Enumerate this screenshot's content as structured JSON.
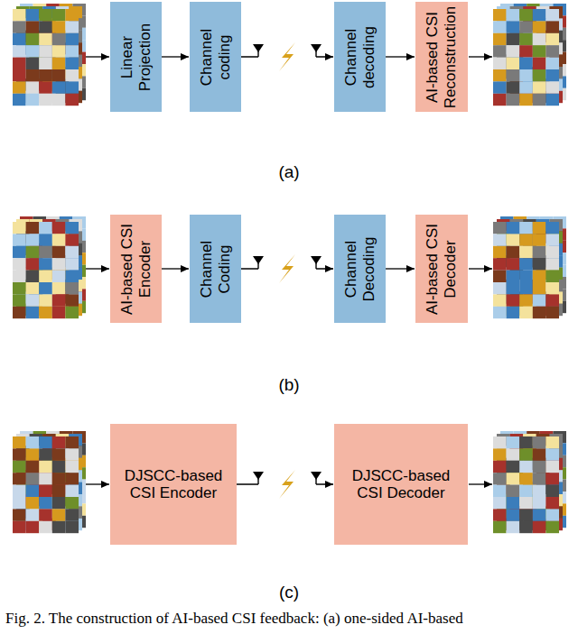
{
  "diagram": {
    "caption": "Fig. 2. The construction of AI-based CSI feedback: (a) one-sided AI-based",
    "nodes": [
      {
        "text": [
          "Linear Projection"
        ]
      },
      {
        "text": [
          "Channel coding"
        ]
      },
      {
        "text": [
          "Channel decoding"
        ]
      },
      {
        "text": [
          "AI-based CSI Reconstruction"
        ]
      },
      {
        "text": [
          "AI-based CSI Encoder"
        ]
      },
      {
        "text": [
          "Channel Coding"
        ]
      },
      {
        "text": [
          "Channel Decoding"
        ]
      },
      {
        "text": [
          "AI-based CSI Decoder"
        ]
      },
      {
        "text": [
          "DJSCC-based CSI Encoder"
        ]
      },
      {
        "text": [
          "DJSCC-based CSI Decoder"
        ]
      }
    ],
    "edges": [
      {
        "from": 0,
        "to": 1,
        "arrow": "to"
      },
      {
        "from": 1,
        "to": 2,
        "arrow": "to"
      },
      {
        "from": 2,
        "to": 3,
        "arrow": "to"
      },
      {
        "from": 4,
        "to": 5,
        "arrow": "to"
      },
      {
        "from": 5,
        "to": 6,
        "arrow": "to"
      },
      {
        "from": 6,
        "to": 7,
        "arrow": "to"
      },
      {
        "from": 8,
        "to": 9,
        "arrow": "to"
      }
    ],
    "labels": [
      "(a)",
      "(b)",
      "(c)"
    ]
  }
}
